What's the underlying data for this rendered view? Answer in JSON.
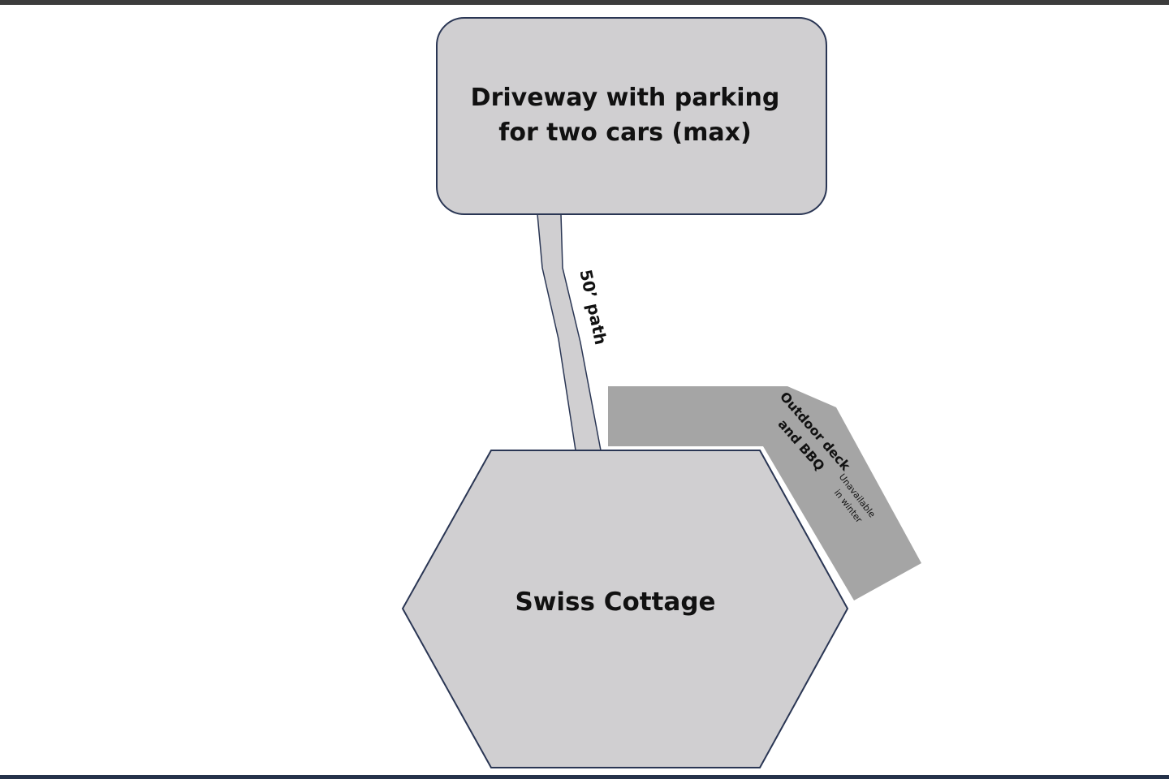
{
  "diagram": {
    "driveway": {
      "label_line1": "Driveway with parking",
      "label_line2": "for two cars (max)"
    },
    "path": {
      "label": "50’ path"
    },
    "deck": {
      "label_line1": "Outdoor deck",
      "label_line2": "and BBQ",
      "note_line1": "Unavailable",
      "note_line2": "in winter"
    },
    "cottage": {
      "label": "Swiss Cottage"
    }
  },
  "colors": {
    "shape_fill": "#d0cfd1",
    "outline": "#2a3654",
    "deck_fill": "#a5a5a5",
    "text": "#111111"
  }
}
